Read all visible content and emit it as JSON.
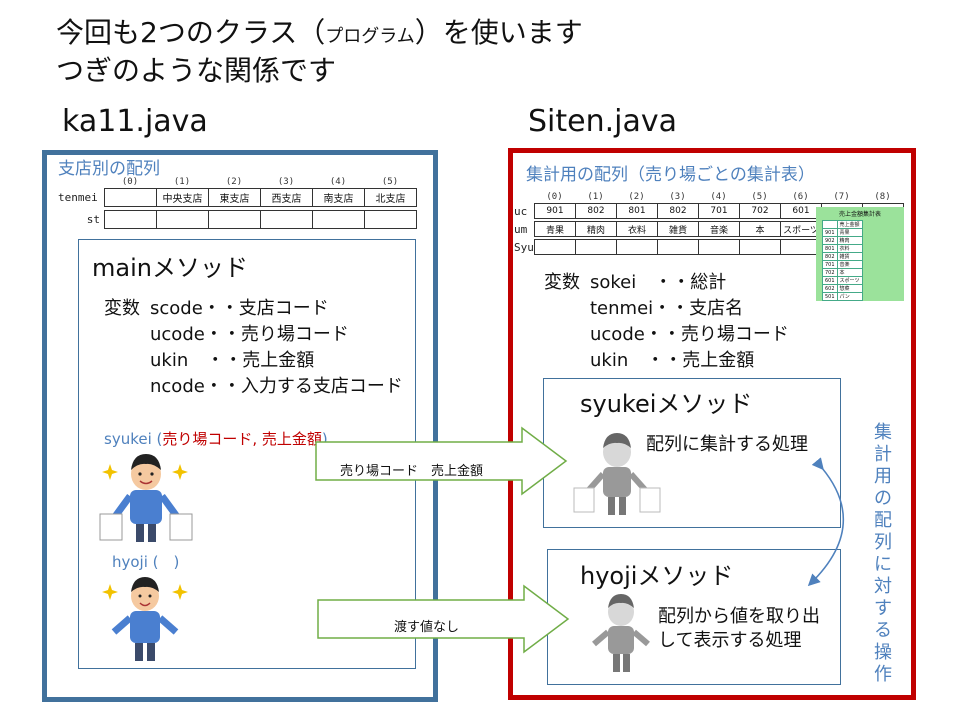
{
  "title": {
    "line1_a": "今回も2つのクラス（",
    "line1_small": "プログラム",
    "line1_b": "）を使います",
    "line2": "つぎのような関係です"
  },
  "left": {
    "file": "ka11.java",
    "caption": "支店別の配列",
    "indices": [
      "(0)",
      "(1)",
      "(2)",
      "(3)",
      "(4)",
      "(5)"
    ],
    "tenmei_label": "tenmei",
    "tenmei": [
      "",
      "中央支店",
      "東支店",
      "西支店",
      "南支店",
      "北支店"
    ],
    "st_label": "st",
    "main": {
      "name": "mainメソッド",
      "vars": [
        {
          "prefix": "変数",
          "text": "scode・・支店コード"
        },
        {
          "prefix": "",
          "text": "ucode・・売り場コード"
        },
        {
          "prefix": "",
          "text": "ukin　・・売上金額"
        },
        {
          "prefix": "",
          "text": "ncode・・入力する支店コード"
        }
      ],
      "call1_a": "syukei (",
      "call1_args": "売り場コード, 売上金額",
      "call1_b": ")",
      "call2": "hyoji (　)"
    }
  },
  "right": {
    "file": "Siten.java",
    "caption": "集計用の配列（売り場ごとの集計表）",
    "indices": [
      "(0)",
      "(1)",
      "(2)",
      "(3)",
      "(4)",
      "(5)",
      "(6)",
      "(7)",
      "(8)"
    ],
    "uc_label": "uc",
    "uc": [
      "901",
      "802",
      "801",
      "802",
      "701",
      "702",
      "601",
      "",
      ""
    ],
    "um_label": "um",
    "um": [
      "青果",
      "精肉",
      "衣料",
      "雑貨",
      "音楽",
      "本",
      "スポーツ",
      "",
      ""
    ],
    "syu_label": "Syu",
    "vars": [
      {
        "prefix": "変数",
        "text": "sokei　・・総計"
      },
      {
        "prefix": "",
        "text": "tenmei・・支店名"
      },
      {
        "prefix": "",
        "text": "ucode・・売り場コード"
      },
      {
        "prefix": "",
        "text": "ukin　・・売上金額"
      }
    ],
    "syukei": {
      "name": "syukeiメソッド",
      "desc": "配列に集計する処理"
    },
    "hyoji": {
      "name": "hyojiメソッド",
      "desc_line1": "配列から値を取り出",
      "desc_line2": "して表示する処理"
    },
    "vertical": "集計用の配列に対する操作",
    "legend": {
      "title": "売上金額集計表",
      "header": "売上金額",
      "rows": [
        [
          "901",
          "青果"
        ],
        [
          "902",
          "精肉"
        ],
        [
          "801",
          "衣料"
        ],
        [
          "802",
          "雑貨"
        ],
        [
          "701",
          "音楽"
        ],
        [
          "702",
          "本"
        ],
        [
          "601",
          "スポーツ"
        ],
        [
          "602",
          "惣菜"
        ],
        [
          "501",
          "パン"
        ]
      ]
    }
  },
  "arrows": {
    "arrow1": "売り場コード　売上金額",
    "arrow2": "渡す値なし"
  },
  "colors": {
    "blue": "#41719c",
    "red": "#c00000",
    "accent": "#4f81bd"
  }
}
